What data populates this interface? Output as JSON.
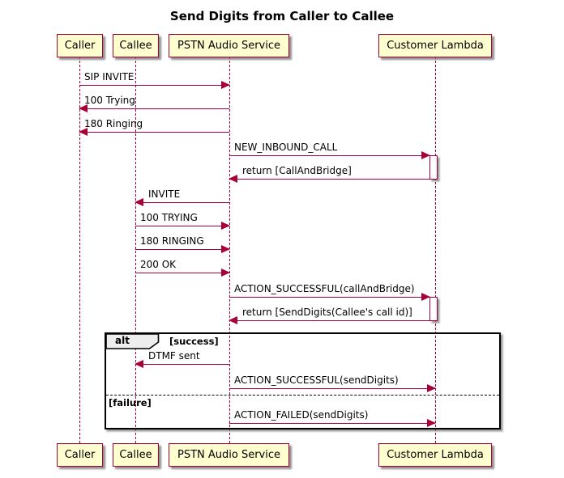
{
  "title": "Send Digits from Caller to Callee",
  "diagram_type": "sequence",
  "colors": {
    "participant_fill": "#FEFECE",
    "participant_border": "#A80036",
    "arrow_color": "#A80036",
    "lifeline_color": "#A80036",
    "frame_border": "#000000",
    "alt_tab_fill": "#EEEEEE"
  },
  "participants": [
    {
      "name": "Caller"
    },
    {
      "name": "Callee"
    },
    {
      "name": "PSTN Audio Service"
    },
    {
      "name": "Customer Lambda"
    }
  ],
  "messages": [
    {
      "label": "SIP INVITE",
      "from": "Caller",
      "to": "PSTN Audio Service"
    },
    {
      "label": "100 Trying",
      "from": "PSTN Audio Service",
      "to": "Caller"
    },
    {
      "label": "180 Ringing",
      "from": "PSTN Audio Service",
      "to": "Caller"
    },
    {
      "label": "NEW_INBOUND_CALL",
      "from": "PSTN Audio Service",
      "to": "Customer Lambda"
    },
    {
      "label": "return [CallAndBridge]",
      "from": "Customer Lambda",
      "to": "PSTN Audio Service"
    },
    {
      "label": "INVITE",
      "from": "PSTN Audio Service",
      "to": "Callee"
    },
    {
      "label": "100 TRYING",
      "from": "Callee",
      "to": "PSTN Audio Service"
    },
    {
      "label": "180 RINGING",
      "from": "Callee",
      "to": "PSTN Audio Service"
    },
    {
      "label": "200 OK",
      "from": "Callee",
      "to": "PSTN Audio Service"
    },
    {
      "label": "ACTION_SUCCESSFUL(callAndBridge)",
      "from": "PSTN Audio Service",
      "to": "Customer Lambda"
    },
    {
      "label": "return [SendDigits(Callee's call id)]",
      "from": "Customer Lambda",
      "to": "PSTN Audio Service"
    },
    {
      "label": "DTMF sent",
      "from": "PSTN Audio Service",
      "to": "Callee"
    },
    {
      "label": "ACTION_SUCCESSFUL(sendDigits)",
      "from": "PSTN Audio Service",
      "to": "Customer Lambda"
    },
    {
      "label": "ACTION_FAILED(sendDigits)",
      "from": "PSTN Audio Service",
      "to": "Customer Lambda"
    }
  ],
  "alt_frame": {
    "operator": "alt",
    "guards": [
      "[success]",
      "[failure]"
    ]
  }
}
